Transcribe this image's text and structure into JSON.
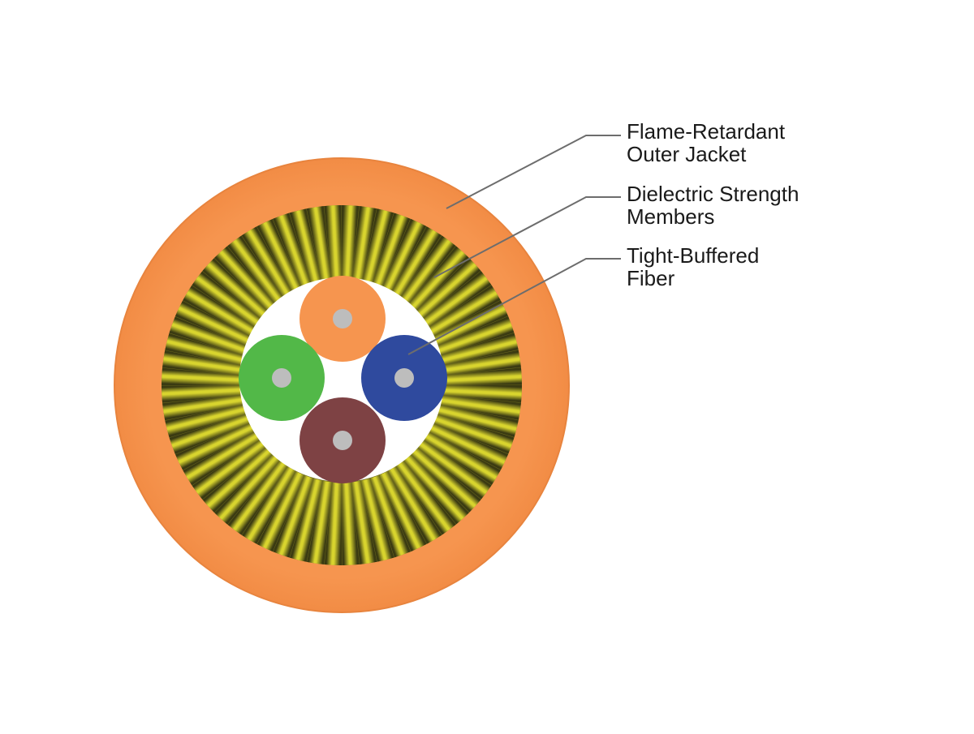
{
  "diagram": {
    "type": "cable-cross-section",
    "colors": {
      "jacket": "#F6954F",
      "jacket_edge": "#E8843E",
      "strength_light": "#D8D42E",
      "strength_dark": "#3A3A12",
      "core_background": "#FFFFFF",
      "fiber_core": "#BDBDBD"
    },
    "fibers": [
      {
        "name": "orange-fiber",
        "color": "#F6954F"
      },
      {
        "name": "blue-fiber",
        "color": "#2F4A9E"
      },
      {
        "name": "brown-fiber",
        "color": "#7E4244"
      },
      {
        "name": "green-fiber",
        "color": "#52B848"
      }
    ],
    "labels": [
      {
        "id": "jacket",
        "line1": "Flame-Retardant",
        "line2": "Outer Jacket"
      },
      {
        "id": "strength",
        "line1": "Dielectric Strength",
        "line2": "Members"
      },
      {
        "id": "fiber",
        "line1": "Tight-Buffered",
        "line2": "Fiber"
      }
    ]
  }
}
